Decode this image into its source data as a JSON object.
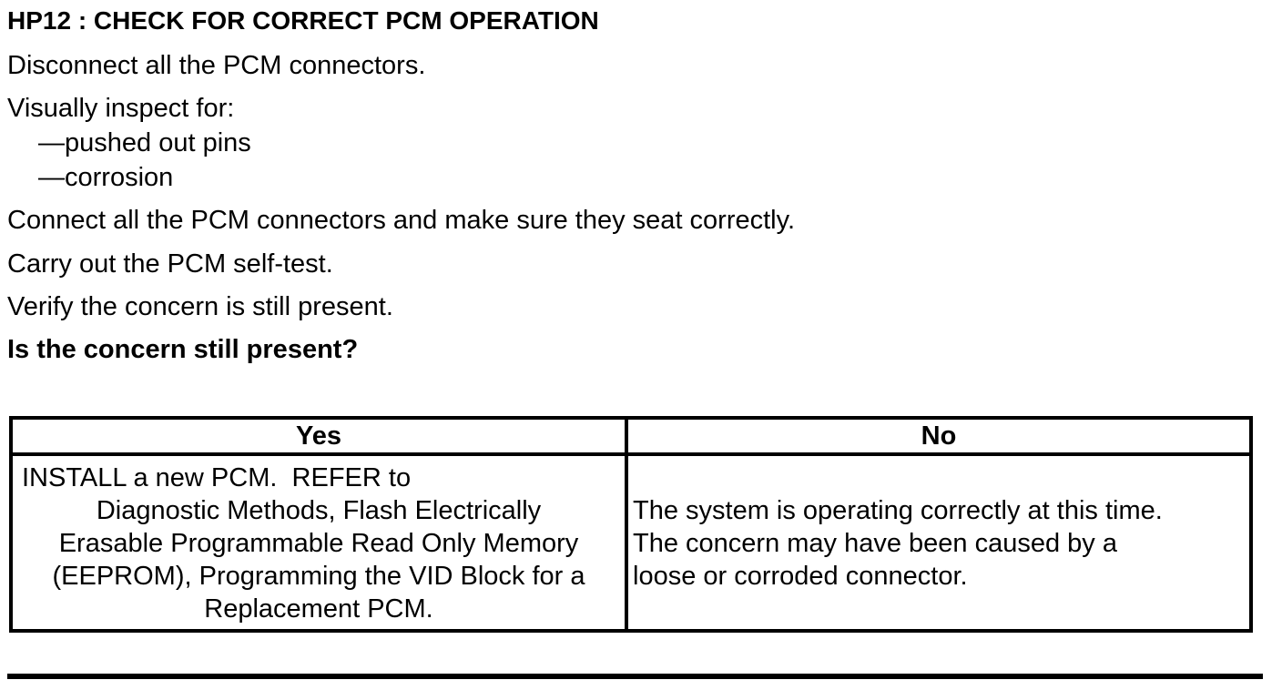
{
  "procedure": {
    "title": "HP12 : CHECK FOR CORRECT PCM OPERATION",
    "steps": {
      "disconnect": "Disconnect all the PCM connectors.",
      "inspect": "Visually inspect for:",
      "inspect_items": [
        "—pushed out pins",
        "—corrosion"
      ],
      "connect": "Connect all the PCM connectors and make sure they seat correctly.",
      "self_test": "Carry out the PCM self-test.",
      "verify": "Verify the concern is still present."
    },
    "question": "Is the concern still present?"
  },
  "decision_table": {
    "yes_header": "Yes",
    "no_header": "No",
    "yes_lines": [
      "INSTALL a new PCM.  REFER to",
      "Diagnostic Methods, Flash Electrically",
      "Erasable Programmable Read Only Memory",
      "(EEPROM), Programming the VID Block for a",
      "Replacement PCM."
    ],
    "no_lines": [
      "The system is operating correctly at this time.",
      "The concern may have been caused by a",
      "loose or corroded connector."
    ]
  },
  "colors": {
    "text": "#000000",
    "background": "#ffffff",
    "border": "#000000"
  }
}
